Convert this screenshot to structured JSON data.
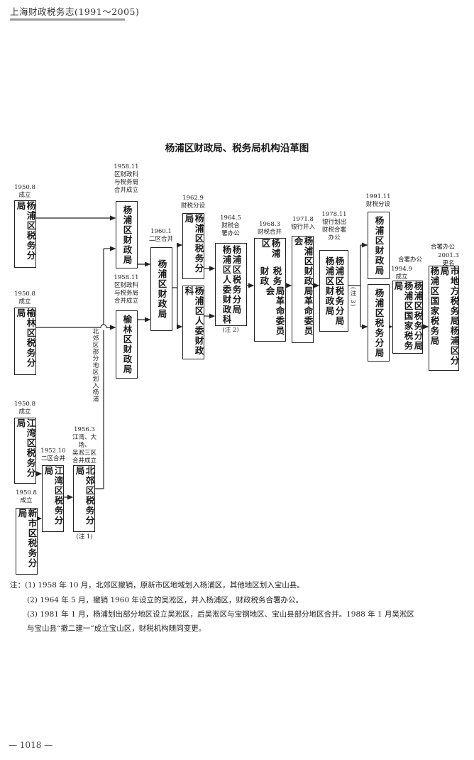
{
  "header": {
    "book_title": "上海财政税务志(1991～2005)"
  },
  "diagram": {
    "title": "杨浦区财政局、税务局机构沿革图",
    "boxes": {
      "b1": {
        "name": "杨浦区税务分局",
        "label": "1950.8\n成立"
      },
      "b2": {
        "name": "榆林区税务分局",
        "label": "1950.8\n成立"
      },
      "b3": {
        "name": "江湾区税务分局",
        "label": "1950.8\n成立"
      },
      "b4": {
        "name": "新市区税务分局",
        "label": "1950.8\n成立"
      },
      "b5": {
        "name": "江湾区税务分局",
        "label": "1952.10\n二区合并"
      },
      "b6": {
        "name": "北郊区税务分局",
        "label": "1956.3\n江湾、大场、\n吴淞三区\n合并成立",
        "note": "(注 1)"
      },
      "b7": {
        "name": "杨浦区财政局",
        "label": "1958.11\n区财政科\n与税务局\n合并成立"
      },
      "b8": {
        "name": "榆林区财政局",
        "label": "1958.11\n区财政科\n与税务局\n合并成立"
      },
      "transfer_note": "北郊区部分地区划入杨浦",
      "b9": {
        "name": "杨浦区财政局",
        "label": "1960.1\n二区合并"
      },
      "b10": {
        "name": "杨浦区税务分局",
        "label": "1962.9\n财税分设"
      },
      "b11": {
        "name": "杨浦区人委财政科"
      },
      "b12": {
        "name": "杨浦区税务分局\n杨浦区人委财政科",
        "label": "1964.5\n财税合\n署办公",
        "note": "(注 2)"
      },
      "b13": {
        "top": "杨浦区",
        "right": "税务",
        "left": "财政",
        "bottom": "局革命委员会",
        "label": "1968.3\n财税合并"
      },
      "b14": {
        "name": "杨浦区财政局革命委员会",
        "label": "1971.8\n银行并入"
      },
      "b15": {
        "name": "杨浦区税务分局\n杨浦区财政局",
        "label": "1978.11\n银行划出\n财税合署\n办公",
        "note": "(注 3)"
      },
      "b16": {
        "name": "杨浦区财政局",
        "label": "1991.11\n财税分设"
      },
      "b17": {
        "name": "杨浦区税务分局"
      },
      "b18": {
        "name": "杨浦区税务分局\n杨浦区国家税务局",
        "label_a": "合署办公",
        "label_b": "1994.9\n成立"
      },
      "b19": {
        "name": "市地方税务局杨浦区分局\n杨浦区国家税务局",
        "label_a": "合署办公",
        "label_b": "2001.3\n更名"
      }
    }
  },
  "notes": [
    "注：(1) 1958 年 10 月，北郊区撤销，原新市区地域划入杨浦区，其他地区划入宝山县。",
    "(2) 1964 年 5 月，撤销 1960 年设立的吴淞区，并入杨浦区，财政税务合署办公。",
    "(3) 1981 年 1 月，杨浦划出部分地区设立吴淞区，后吴淞区与宝钢地区、宝山县部分地区合并。1988 年 1 月吴淞区",
    "与宝山县“撤二建一”成立宝山区，财税机构随同变更。"
  ],
  "page_number": "— 1018 —"
}
